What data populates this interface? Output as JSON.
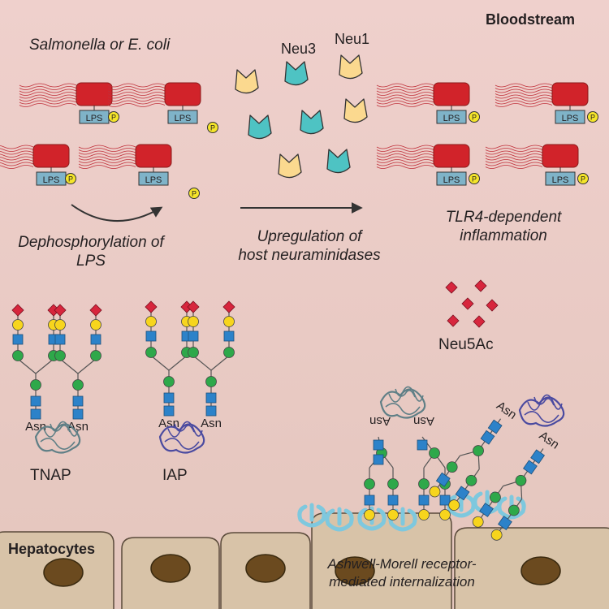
{
  "labels": {
    "bloodstream": "Bloodstream",
    "bacteria": "Salmonella or E. coli",
    "neu3": "Neu3",
    "neu1": "Neu1",
    "dephos_1": "Dephosphorylation of",
    "dephos_2": "LPS",
    "upreg_1": "Upregulation of",
    "upreg_2": "host neuraminidases",
    "tlr4_1": "TLR4-dependent",
    "tlr4_2": "inflammation",
    "neu5ac": "Neu5Ac",
    "lps": "LPS",
    "phosphate": "P",
    "asn": "Asn",
    "tnap": "TNAP",
    "iap": "IAP",
    "hepatocytes": "Hepatocytes",
    "ashwell_1": "Ashwell-Morell receptor-",
    "ashwell_2": "mediated internalization"
  },
  "colors": {
    "background": "#ecccc7",
    "bacterium": "#d1232a",
    "lps_box": "#7fb3c8",
    "phosphate": "#f5e52a",
    "neu3": "#4ec3c3",
    "neu1": "#fbd98f",
    "sialic_acid": "#d7263d",
    "galactose": "#f7d51d",
    "glcnac": "#2c82c9",
    "mannose": "#2ea84a",
    "receptor": "#7ec8de",
    "hepatocyte": "#d8c3a8",
    "nucleus": "#6b4a1f",
    "tnap_protein": "#5f7f86",
    "iap_protein": "#4a4aa0"
  }
}
